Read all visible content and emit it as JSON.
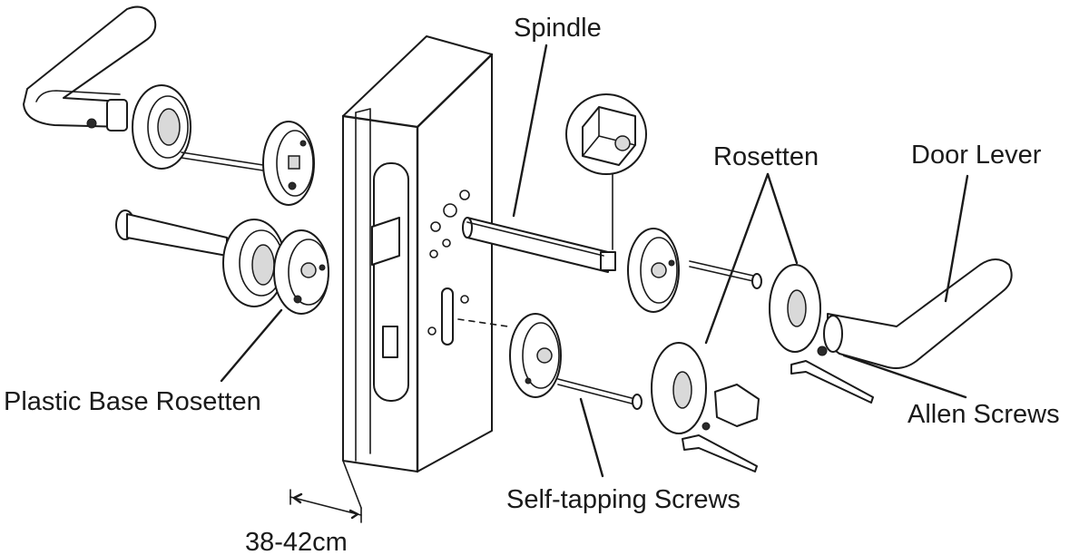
{
  "labels": {
    "spindle": "Spindle",
    "rosetten": "Rosetten",
    "door_lever": "Door Lever",
    "plastic_base_rosetten": "Plastic Base Rosetten",
    "allen_screws": "Allen Screws",
    "self_tapping_screws": "Self-tapping Screws",
    "dimension": "38-42cm"
  },
  "colors": {
    "line": "#1a1a1a",
    "background": "#ffffff",
    "shade": "#d9d9d9"
  }
}
